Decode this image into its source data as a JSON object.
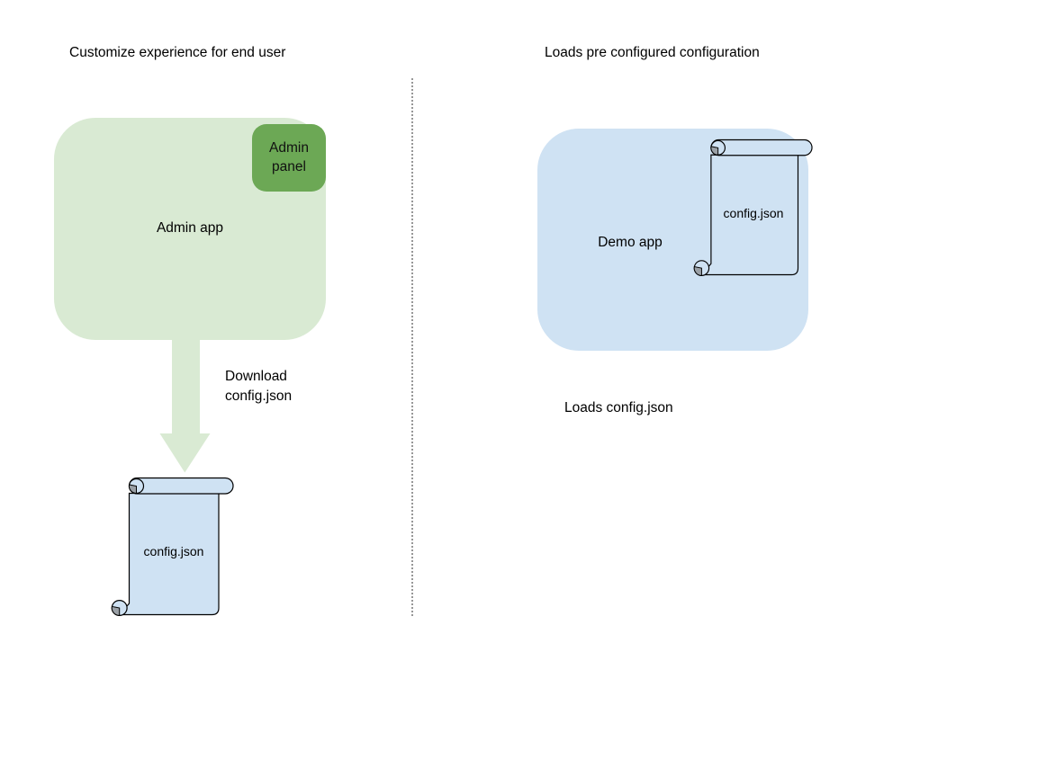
{
  "diagram": {
    "left": {
      "heading": "Customize experience for end user",
      "admin_app": {
        "label": "Admin app",
        "panel_label": "Admin panel"
      },
      "arrow_caption": "Download config.json",
      "config_file": {
        "label": "config.json"
      }
    },
    "right": {
      "heading": "Loads pre configured configuration",
      "demo_app": {
        "label": "Demo app"
      },
      "config_file": {
        "label": "config.json"
      },
      "caption": "Loads config.json"
    },
    "colors": {
      "admin_app_fill": "#d9ead3",
      "admin_panel_fill": "#6ca855",
      "arrow_fill": "#d9ead3",
      "demo_app_fill": "#cfe2f3",
      "file_scroll_fill": "#cfe2f3",
      "scroll_curl_gray": "#9aa0a6",
      "outline": "#000000",
      "divider_gray": "#979797",
      "text": "#000000",
      "background": "#ffffff"
    }
  }
}
